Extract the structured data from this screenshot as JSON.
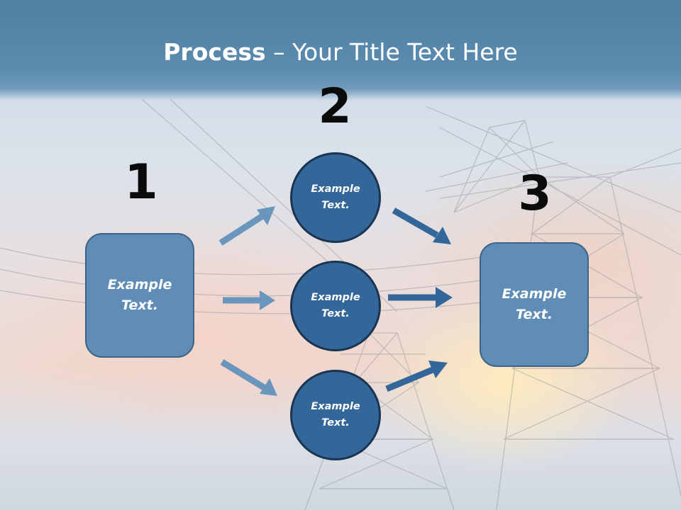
{
  "slide": {
    "title_bold": "Process",
    "title_rest": " – Your Title Text Here"
  },
  "steps": {
    "step1": {
      "number": "1",
      "line1": "Example",
      "line2": "Text."
    },
    "step2": {
      "number": "2"
    },
    "step3": {
      "number": "3",
      "line1": "Example",
      "line2": "Text."
    }
  },
  "circles": [
    {
      "line1": "Example",
      "line2": "Text."
    },
    {
      "line1": "Example",
      "line2": "Text."
    },
    {
      "line1": "Example",
      "line2": "Text."
    }
  ],
  "colors": {
    "title_band": "#5b8cb0",
    "box_fill": "#5f8db6",
    "circle_fill": "#336699",
    "arrow_light": "#6a96bd",
    "arrow_dark": "#336699"
  }
}
